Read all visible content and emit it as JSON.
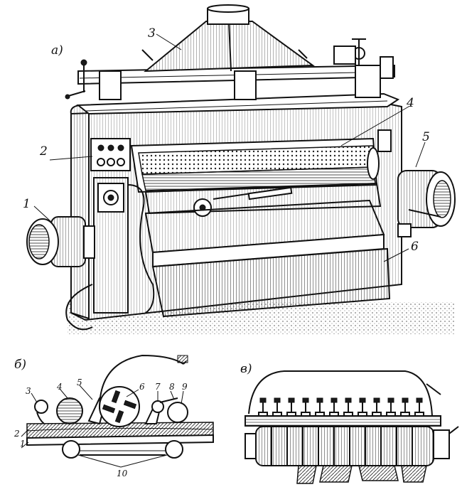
{
  "figure": {
    "panels": [
      {
        "id": "a",
        "label": "a)"
      },
      {
        "id": "b",
        "label": "б)"
      },
      {
        "id": "v",
        "label": "в)"
      }
    ],
    "machine_callouts": [
      "1",
      "2",
      "3",
      "4",
      "5",
      "6"
    ],
    "scheme_callouts": [
      "1",
      "2",
      "3",
      "4",
      "5",
      "6",
      "7",
      "8",
      "9",
      "10"
    ]
  }
}
